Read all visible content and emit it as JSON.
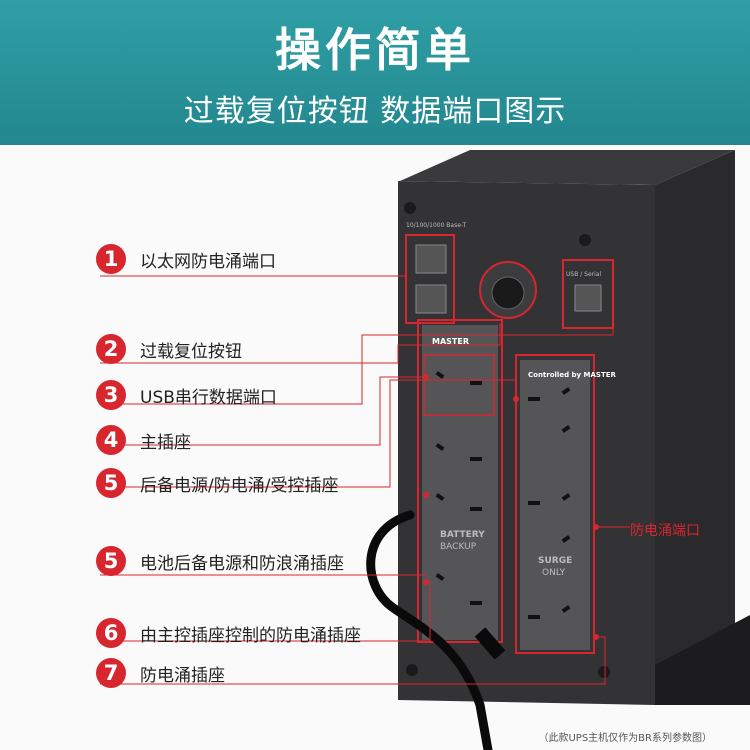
{
  "header": {
    "title": "操作简单",
    "subtitle": "过载复位按钮 数据端口图示"
  },
  "legend": [
    {
      "number": "1",
      "text": "以太网防电涌端口"
    },
    {
      "number": "2",
      "text": "过载复位按钮"
    },
    {
      "number": "3",
      "text": "USB串行数据端口"
    },
    {
      "number": "4",
      "text": "主插座"
    },
    {
      "number": "5",
      "text": "后备电源/防电涌/受控插座"
    },
    {
      "number": "5",
      "text": "电池后备电源和防浪涌插座"
    },
    {
      "number": "6",
      "text": "由主控插座控制的防电涌插座"
    },
    {
      "number": "7",
      "text": "防电涌插座"
    }
  ],
  "device": {
    "ethernet_label": "10/100/1000 Base-T",
    "master_label": "MASTER",
    "controlled_label": "Controlled by MASTER",
    "battery_label_1": "BATTERY",
    "battery_label_2": "BACKUP",
    "surge_label_1": "SURGE",
    "surge_label_2": "ONLY",
    "usb_label": "USB / Serial"
  },
  "callout": "防电涌端口",
  "footnote": "（此款UPS主机仅作为BR系列参数图）",
  "colors": {
    "banner": "#2a949b",
    "accent_red": "#d8262e",
    "device_body": "#2e2e30"
  }
}
